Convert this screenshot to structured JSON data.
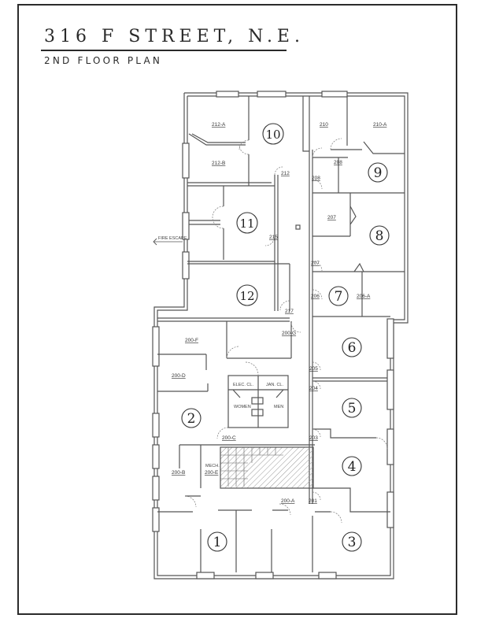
{
  "header": {
    "title": "316 F STREET, N.E.",
    "subtitle": "2ND FLOOR PLAN"
  },
  "labels": {
    "fire_escape": "FIRE ESCAPE",
    "elec_closet": "ELEC. CL.",
    "jan_closet": "JAN. CL.",
    "women": "WOMEN",
    "men": "MEN",
    "mech": "MECH."
  },
  "suites": [
    {
      "number": "1"
    },
    {
      "number": "2"
    },
    {
      "number": "3"
    },
    {
      "number": "4"
    },
    {
      "number": "5"
    },
    {
      "number": "6"
    },
    {
      "number": "7"
    },
    {
      "number": "8"
    },
    {
      "number": "9"
    },
    {
      "number": "10"
    },
    {
      "number": "11"
    },
    {
      "number": "12"
    }
  ],
  "rooms": {
    "r212a": "212-A",
    "r212b": "212-B",
    "r212": "212",
    "r210": "210",
    "r210a": "210-A",
    "r208a": "208",
    "r208b": "208",
    "r207a": "207",
    "r207b": "207",
    "r206": "206",
    "r206a": "206-A",
    "r215": "215",
    "r217": "217",
    "r200g": "200-G",
    "r200f": "200-F",
    "r200d": "200-D",
    "r205": "205",
    "r204": "204",
    "r203": "203",
    "r200c": "200-C",
    "r200b": "200-B",
    "r200e": "200-E",
    "r200a": "200-A",
    "r201": "201"
  },
  "colors": {
    "wall": "#555555",
    "ink": "#2a2a2a",
    "hatch": "#9a9a9a"
  }
}
